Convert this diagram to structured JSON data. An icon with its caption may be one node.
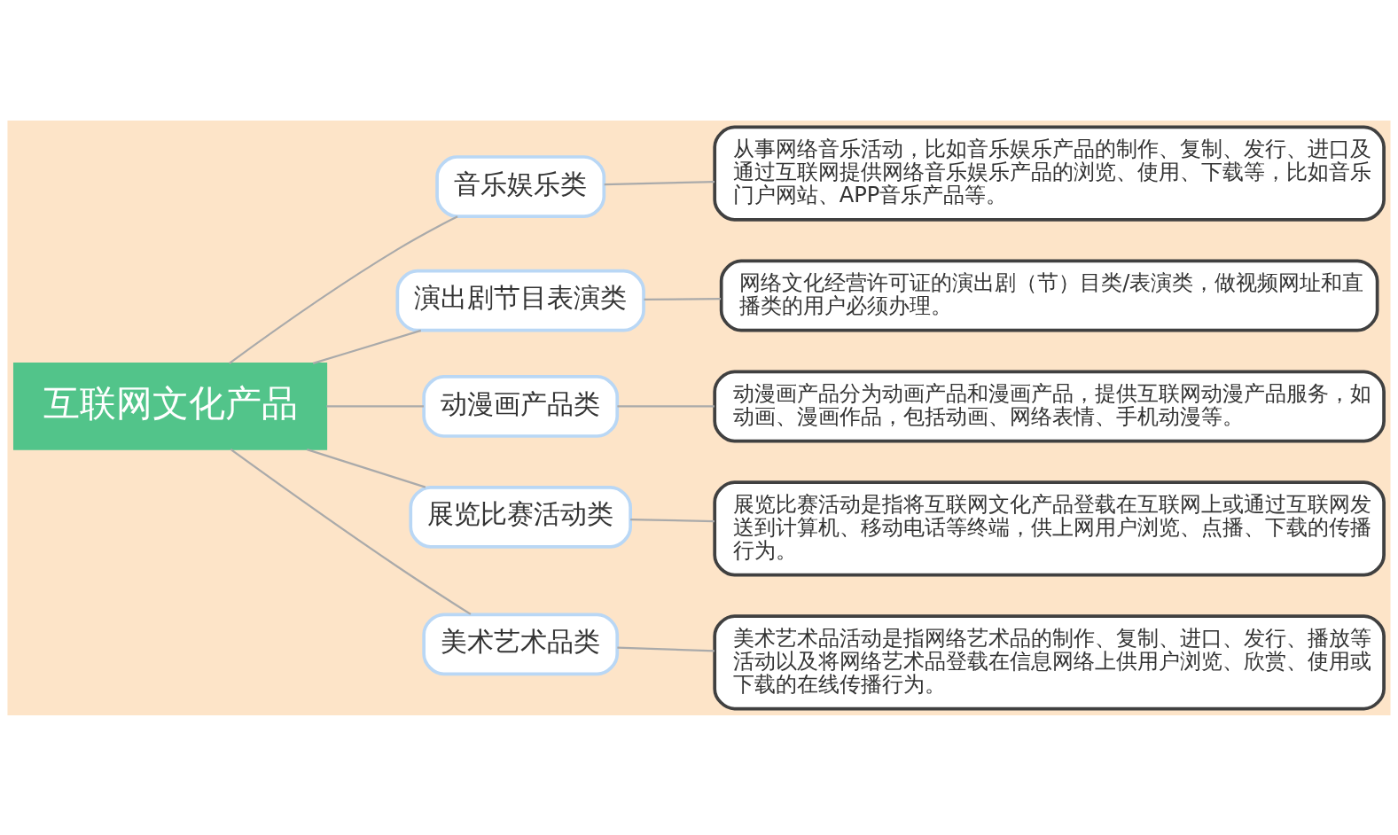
{
  "diagram": {
    "nodes": [
      {
        "text": [
          "互联网文化产品"
        ]
      },
      {
        "text": [
          "音乐娱乐类"
        ]
      },
      {
        "text": [
          "从事网络音乐活动，比如音乐娱乐产品的制作、复制、发行、进口及通过互联网提供网络音乐娱乐产品的浏览、使用、下载等，比如音乐门户网站、APP音乐产品等。"
        ]
      },
      {
        "text": [
          "演出剧节目表演类"
        ]
      },
      {
        "text": [
          "网络文化经营许可证的演出剧（节）目类/表演类，做视频网址和直播类的用户必须办理。"
        ]
      },
      {
        "text": [
          "动漫画产品类"
        ]
      },
      {
        "text": [
          "动漫画产品分为动画产品和漫画产品，提供互联网动漫产品服务，如动画、漫画作品，包括动画、网络表情、手机动漫等。"
        ]
      },
      {
        "text": [
          "展览比赛活动类"
        ]
      },
      {
        "text": [
          "展览比赛活动是指将互联网文化产品登载在互联网上或通过互联网发送到计算机、移动电话等终端，供上网用户浏览、点播、下载的传播行为。"
        ]
      },
      {
        "text": [
          "美术艺术品类"
        ]
      },
      {
        "text": [
          "美术艺术品活动是指网络艺术品的制作、复制、进口、发行、播放等活动以及将网络艺术品登载在信息网络上供用户浏览、欣赏、使用或下载的在线传播行为。"
        ]
      }
    ],
    "edges": [
      {
        "from": 0,
        "to": 1,
        "arrow": "none"
      },
      {
        "from": 0,
        "to": 3,
        "arrow": "none"
      },
      {
        "from": 0,
        "to": 5,
        "arrow": "none"
      },
      {
        "from": 0,
        "to": 7,
        "arrow": "none"
      },
      {
        "from": 0,
        "to": 9,
        "arrow": "none"
      },
      {
        "from": 1,
        "to": 2,
        "arrow": "none"
      },
      {
        "from": 3,
        "to": 4,
        "arrow": "none"
      },
      {
        "from": 5,
        "to": 6,
        "arrow": "none"
      },
      {
        "from": 7,
        "to": 8,
        "arrow": "none"
      },
      {
        "from": 9,
        "to": 10,
        "arrow": "none"
      }
    ]
  }
}
